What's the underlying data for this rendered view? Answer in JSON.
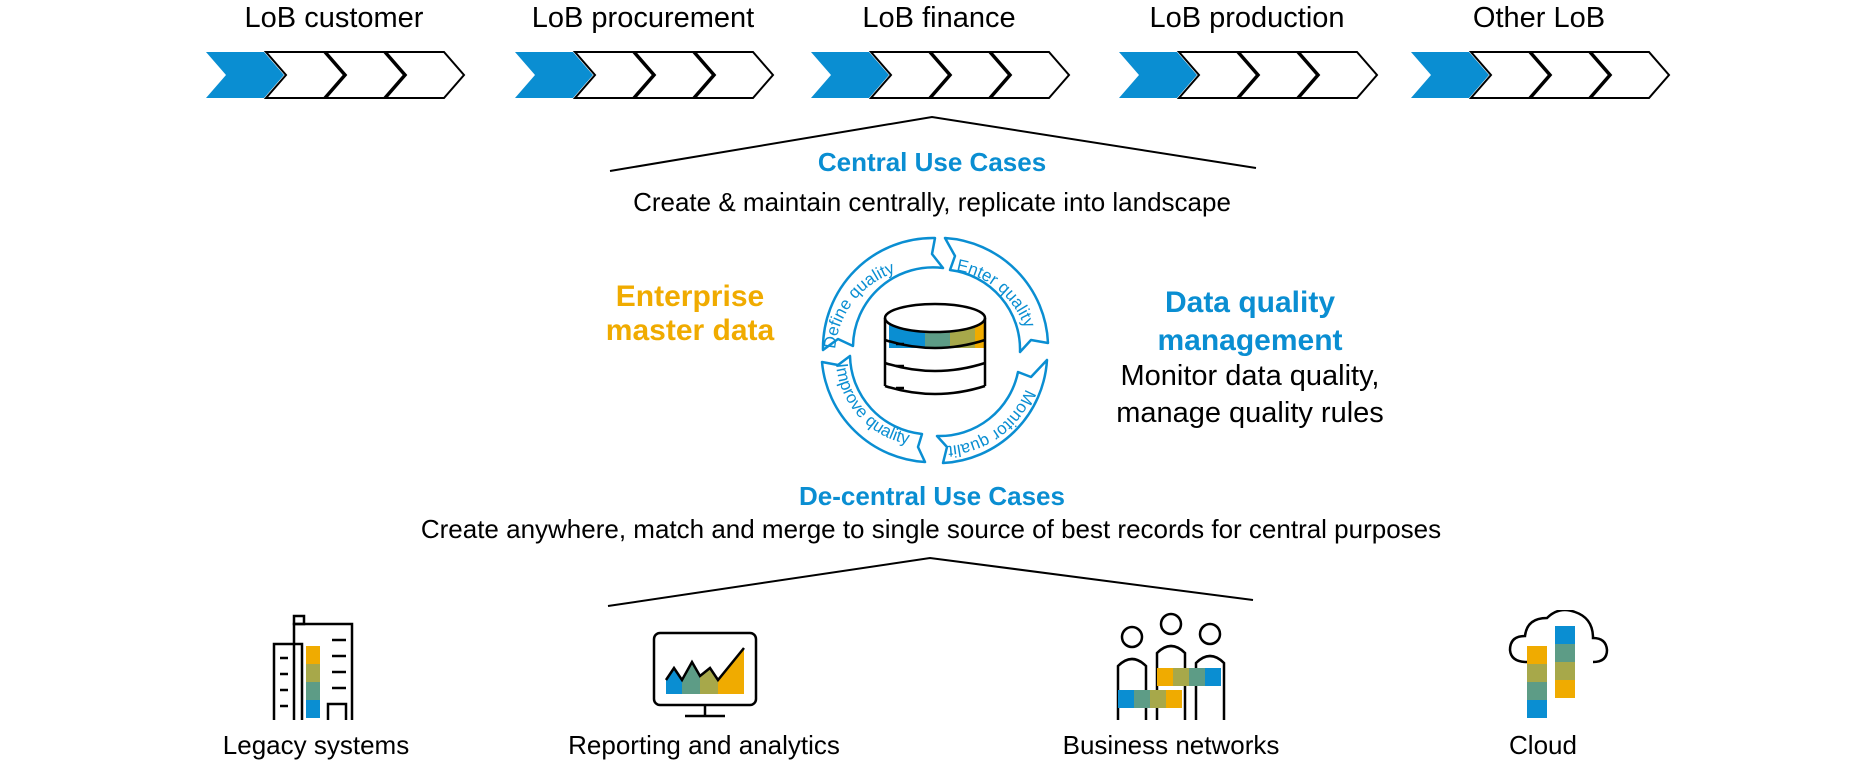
{
  "colors": {
    "blue": "#0a8ed2",
    "gold": "#f0ab00",
    "green": "#5d9c86",
    "olive": "#a7a84a",
    "stroke": "#000000"
  },
  "lob_lanes": [
    {
      "label": "LoB customer"
    },
    {
      "label": "LoB procurement"
    },
    {
      "label": "LoB finance"
    },
    {
      "label": "LoB production"
    },
    {
      "label": "Other LoB"
    }
  ],
  "central": {
    "title": "Central Use Cases",
    "subtitle": "Create & maintain centrally, replicate into landscape"
  },
  "enterprise": {
    "line1": "Enterprise",
    "line2": "master data"
  },
  "cycle": {
    "steps": [
      "Define quality",
      "Enter quality",
      "Monitor quality",
      "Improve quality"
    ],
    "center_icon": "database-icon"
  },
  "dqm": {
    "title_line1": "Data quality",
    "title_line2": "management",
    "desc_line1": "Monitor data quality,",
    "desc_line2": "manage quality rules"
  },
  "decentral": {
    "title": "De-central Use Cases",
    "subtitle": "Create anywhere, match and merge to single source of best records for central purposes"
  },
  "systems": [
    {
      "label": "Legacy systems",
      "icon": "building-icon"
    },
    {
      "label": "Reporting and analytics",
      "icon": "monitor-chart-icon"
    },
    {
      "label": "Business networks",
      "icon": "people-network-icon"
    },
    {
      "label": "Cloud",
      "icon": "cloud-icon"
    }
  ]
}
